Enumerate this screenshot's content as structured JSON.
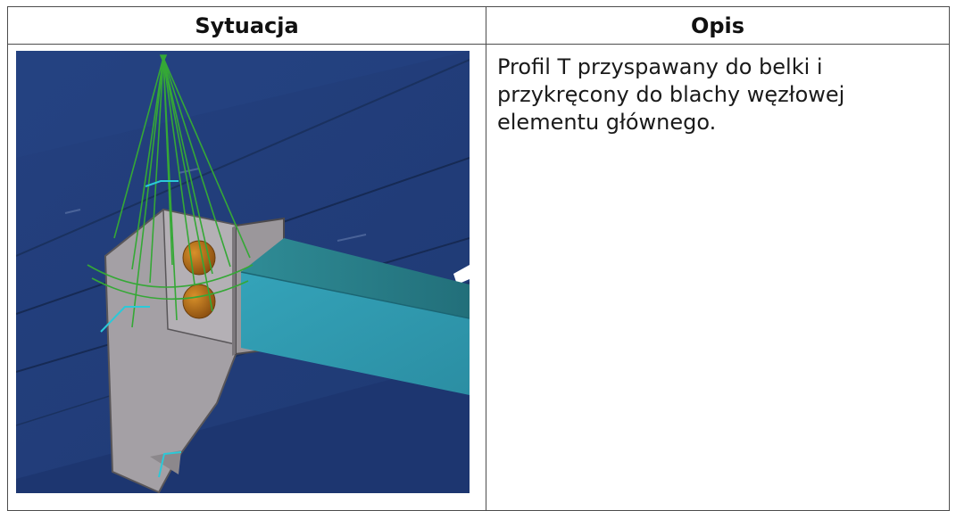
{
  "table": {
    "headers": {
      "situation": "Sytuacja",
      "description": "Opis"
    },
    "rows": [
      {
        "description": "Profil T przyspawany do belki i przykręcony do blachy węzłowej elementu głównego.",
        "illustration": "steel-connection-3d-render"
      }
    ]
  },
  "colors": {
    "main_beam": "#213e7c",
    "plate": "#a8a4a8",
    "secondary_beam": "#2a8ea3",
    "bolts": "#b86f18",
    "weld_lines": "#35a836",
    "cyan_marks": "#2bc9d8"
  }
}
